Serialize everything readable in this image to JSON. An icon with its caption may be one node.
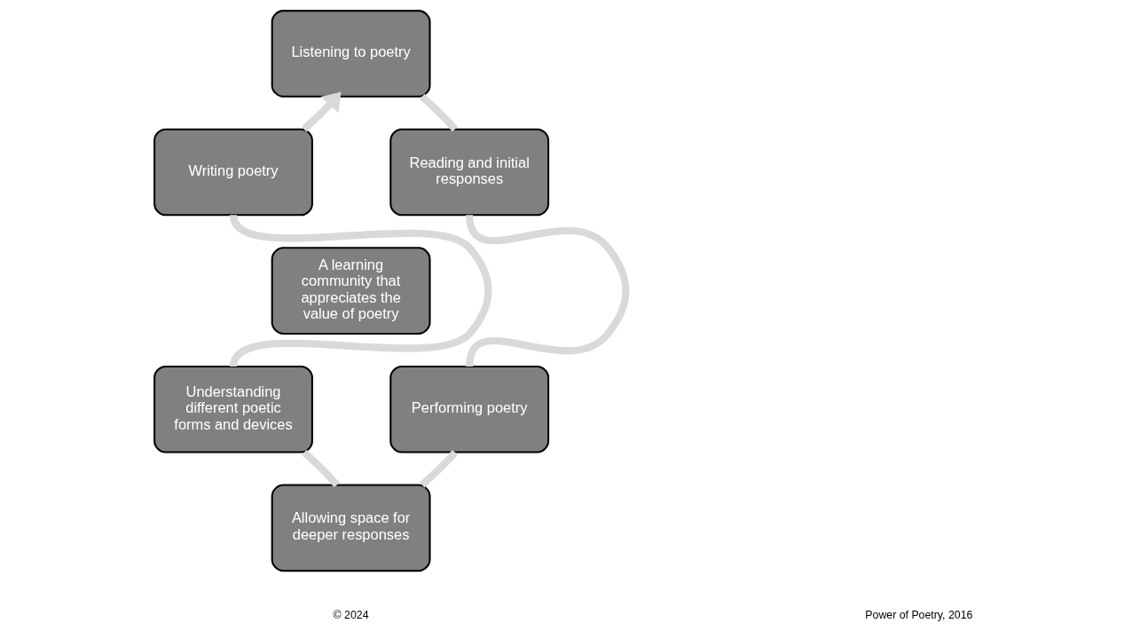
{
  "diagram": {
    "nodes": [
      {
        "text": [
          "Listening to poetry"
        ]
      },
      {
        "text": [
          "Writing poetry"
        ]
      },
      {
        "text": [
          "Reading and initial responses"
        ]
      },
      {
        "text": [
          "A learning community that appreciates the value of poetry"
        ]
      },
      {
        "text": [
          "Understanding different poetic forms and devices"
        ]
      },
      {
        "text": [
          "Performing poetry"
        ]
      },
      {
        "text": [
          "Allowing space for deeper responses"
        ]
      }
    ],
    "edges": [
      {
        "from": 0,
        "to": 2,
        "arrow": "none"
      },
      {
        "from": 2,
        "to": 5,
        "arrow": "none"
      },
      {
        "from": 5,
        "to": 6,
        "arrow": "none"
      },
      {
        "from": 6,
        "to": 4,
        "arrow": "none"
      },
      {
        "from": 4,
        "to": 1,
        "arrow": "none"
      },
      {
        "from": 1,
        "to": 0,
        "arrow": "to"
      }
    ],
    "labels": [
      "© 2024",
      "Power of Poetry, 2016"
    ]
  }
}
